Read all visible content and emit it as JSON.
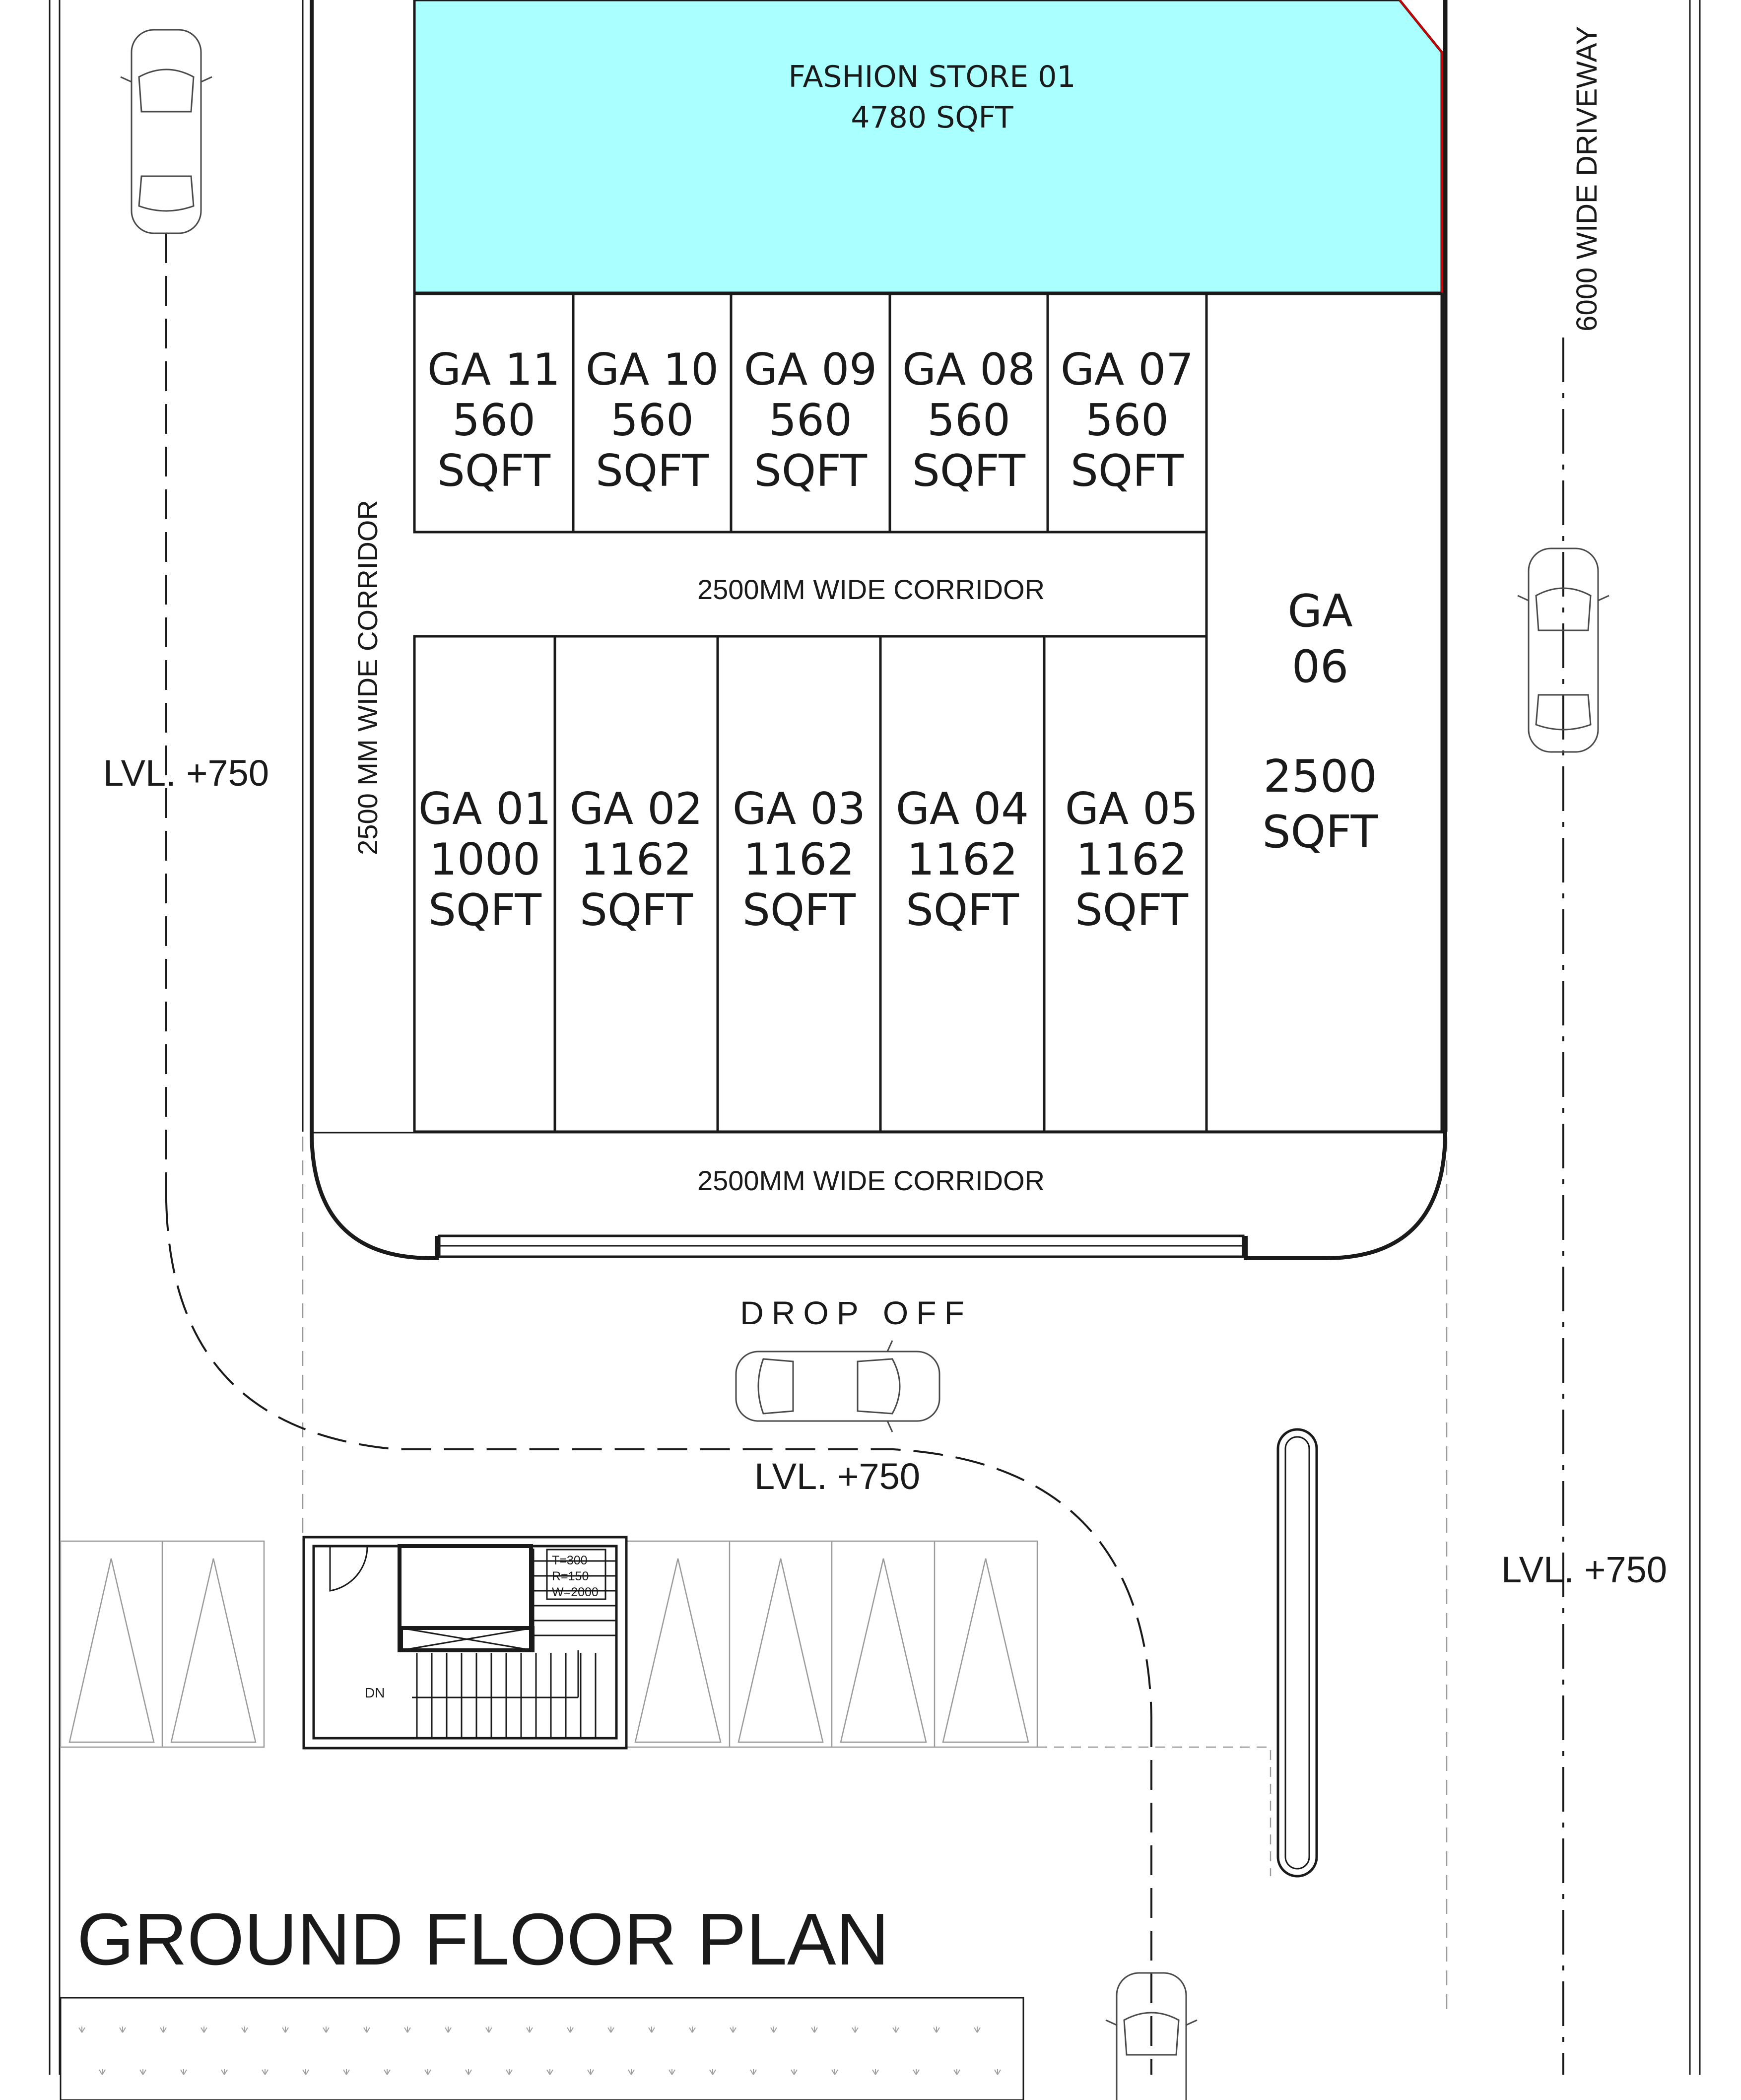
{
  "colors": {
    "shop_fill": "#aaffff",
    "line": "#1a1a1a",
    "boundary_red": "#cc0000"
  },
  "title": "GROUND FLOOR PLAN",
  "fashion_store": {
    "name": "FASHION STORE 01",
    "area": "4780 SQFT"
  },
  "shops_top": [
    {
      "code": "GA 11",
      "area": "560",
      "unit": "SQFT"
    },
    {
      "code": "GA 10",
      "area": "560",
      "unit": "SQFT"
    },
    {
      "code": "GA 09",
      "area": "560",
      "unit": "SQFT"
    },
    {
      "code": "GA 08",
      "area": "560",
      "unit": "SQFT"
    },
    {
      "code": "GA 07",
      "area": "560",
      "unit": "SQFT"
    }
  ],
  "shops_bottom": [
    {
      "code": "GA 01",
      "area": "1000",
      "unit": "SQFT",
      "highlighted": true
    },
    {
      "code": "GA 02",
      "area": "1162",
      "unit": "SQFT",
      "highlighted": false
    },
    {
      "code": "GA 03",
      "area": "1162",
      "unit": "SQFT",
      "highlighted": false
    },
    {
      "code": "GA 04",
      "area": "1162",
      "unit": "SQFT",
      "highlighted": false
    },
    {
      "code": "GA 05",
      "area": "1162",
      "unit": "SQFT",
      "highlighted": false
    }
  ],
  "shop_ga06": {
    "code_line1": "GA",
    "code_line2": "06",
    "area": "2500",
    "unit": "SQFT"
  },
  "corridor_inner": "2500MM WIDE CORRIDOR",
  "corridor_outer": "2500MM WIDE CORRIDOR",
  "corridor_vertical": "2500 MM WIDE CORRIDOR",
  "driveway": "6000 WIDE DRIVEWAY",
  "drop_off": "DROP OFF",
  "levels": {
    "left": "LVL. +750",
    "center": "LVL. +750",
    "right": "LVL. +750"
  },
  "stair": {
    "t": "T=300",
    "r": "R=150",
    "w": "W=2000",
    "dn": "DN"
  }
}
